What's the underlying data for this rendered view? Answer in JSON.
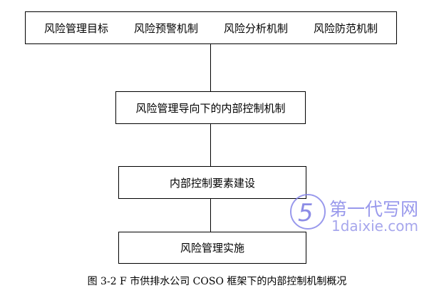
{
  "top_box": {
    "items": [
      "风险管理目标",
      "风险预警机制",
      "风险分析机制",
      "风险防范机制"
    ]
  },
  "box2": "风险管理导向下的内部控制机制",
  "box3": "内部控制要素建设",
  "box4": "风险管理实施",
  "caption": "图 3-2 F 市供排水公司 COSO 框架下的内部控制机制概况",
  "watermark": {
    "cn": "第一代写网",
    "en": "1daixie.com"
  }
}
